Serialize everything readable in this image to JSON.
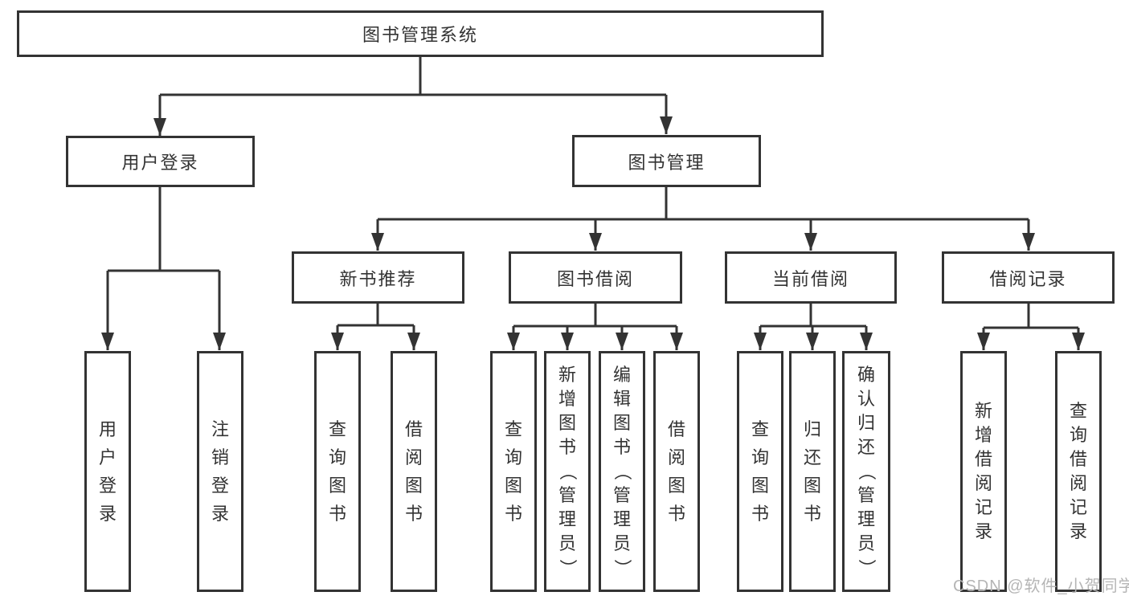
{
  "diagram": {
    "title": "图书管理系统",
    "colors": {
      "line": "#333333",
      "box_border": "#333333",
      "box_bg": "#ffffff",
      "text": "#333333",
      "watermark": "#b5b5b5"
    },
    "watermark": "CSDN @软件_小贺同学",
    "tree": {
      "root": {
        "label": "图书管理系统"
      },
      "branches": [
        {
          "label": "用户登录",
          "children": [
            {
              "label": "用户登录"
            },
            {
              "label": "注销登录"
            }
          ]
        },
        {
          "label": "图书管理",
          "sections": [
            {
              "label": "新书推荐",
              "children": [
                {
                  "label": "查询图书"
                },
                {
                  "label": "借阅图书"
                }
              ]
            },
            {
              "label": "图书借阅",
              "children": [
                {
                  "label": "查询图书"
                },
                {
                  "label": "新增图书（管理员）"
                },
                {
                  "label": "编辑图书（管理员）"
                },
                {
                  "label": "借阅图书"
                }
              ]
            },
            {
              "label": "当前借阅",
              "children": [
                {
                  "label": "查询图书"
                },
                {
                  "label": "归还图书"
                },
                {
                  "label": "确认归还（管理员）"
                }
              ]
            },
            {
              "label": "借阅记录",
              "children": [
                {
                  "label": "新增借阅记录"
                },
                {
                  "label": "查询借阅记录"
                }
              ]
            }
          ]
        }
      ]
    }
  }
}
